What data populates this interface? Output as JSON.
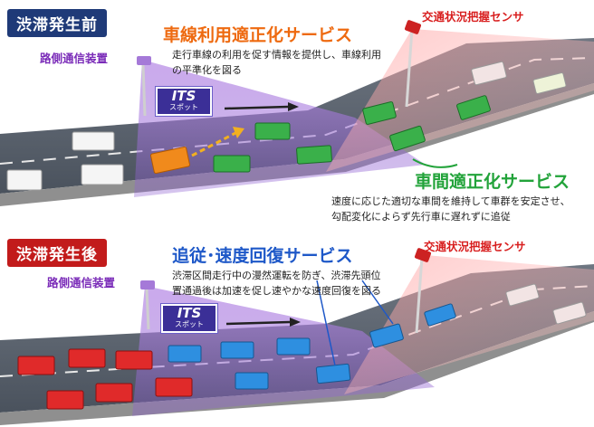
{
  "before": {
    "badge": "渋滞発生前",
    "roadside_unit_label": "路側通信装置",
    "sensor_label": "交通状況把握センサ",
    "its_title": "ITS",
    "its_sub": "スポット",
    "lane_service": {
      "title": "車線利用適正化サービス",
      "line1": "走行車線の利用を促す情報を提供し、車線利用",
      "line2": "の平準化を図る"
    },
    "gap_service": {
      "title": "車間適正化サービス",
      "line1": "速度に応じた適切な車間を維持して車群を安定させ、",
      "line2": "勾配変化によらず先行車に遅れずに追従"
    }
  },
  "after": {
    "badge": "渋滞発生後",
    "roadside_unit_label": "路側通信装置",
    "sensor_label": "交通状況把握センサ",
    "its_title": "ITS",
    "its_sub": "スポット",
    "recovery_service": {
      "title": "追従･速度回復サービス",
      "line1": "渋滞区間走行中の漫然運転を防ぎ、渋滞先頭位",
      "line2": "置通過後は加速を促し速やかな速度回復を図る"
    }
  },
  "colors": {
    "badge_before": "#1f3a78",
    "badge_after": "#c21b1b",
    "roadside_unit_text": "#7a2bb8",
    "sensor_text": "#d81e1e",
    "lane_service": "#ee6a10",
    "gap_service": "#22a33a",
    "recovery_service": "#1e58c8",
    "car_green": "#3ab04a",
    "car_orange": "#f08a1c",
    "car_blue": "#2e8fe0",
    "car_red": "#e02a2a",
    "car_white": "#f4f4f4"
  }
}
